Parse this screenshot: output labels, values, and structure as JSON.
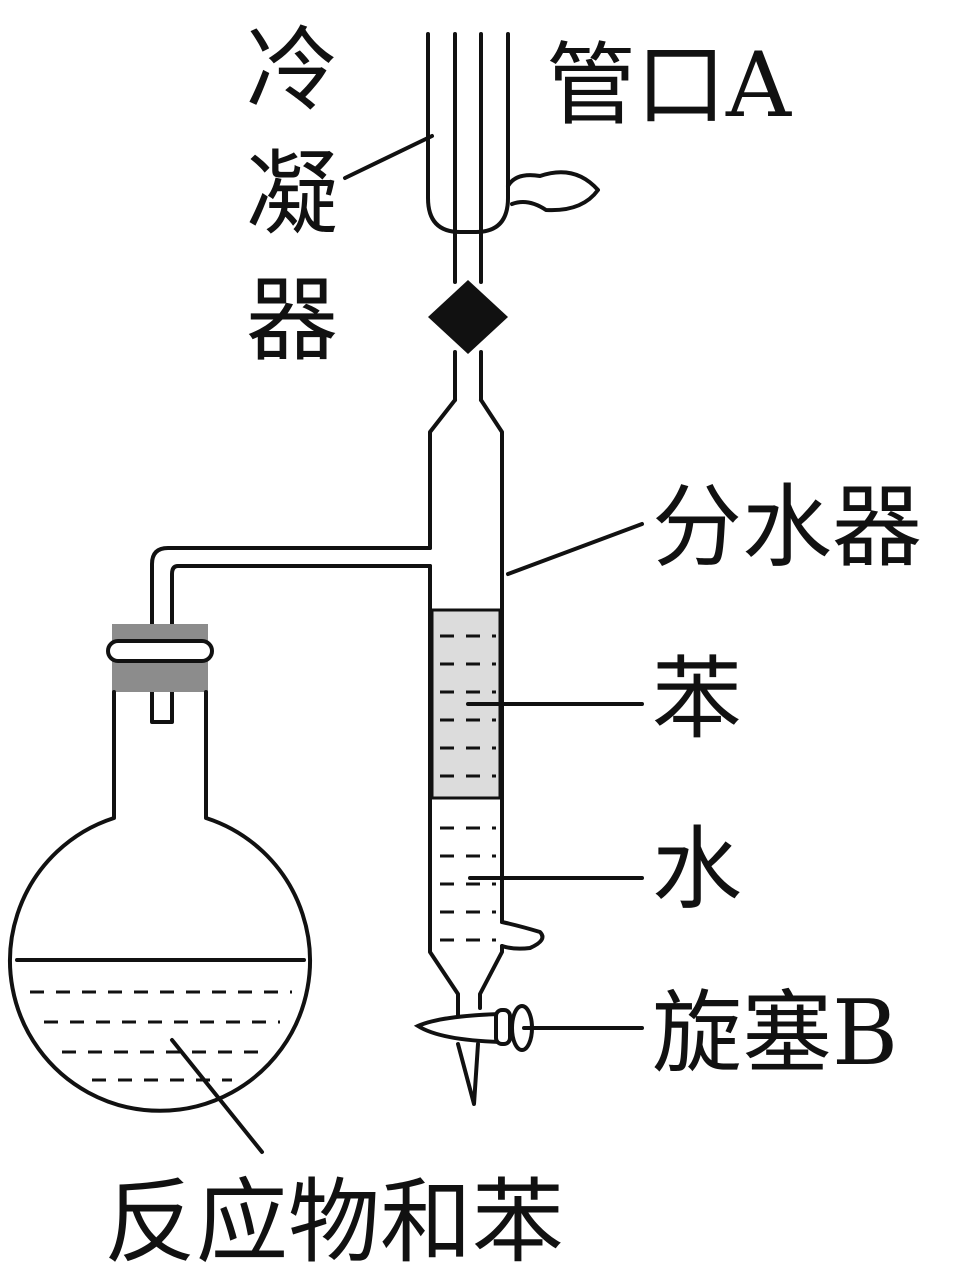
{
  "labels": {
    "condenser": [
      "冷",
      "凝",
      "器"
    ],
    "port_a": "管口A",
    "separator": "分水器",
    "benzene": "苯",
    "water": "水",
    "stopcock": "旋塞B",
    "reactants": "反应物和苯"
  },
  "colors": {
    "ink": "#111111",
    "benzene_fill": "#dcdcdc",
    "stopper_fill": "#8c8c8c",
    "background": "#ffffff"
  }
}
